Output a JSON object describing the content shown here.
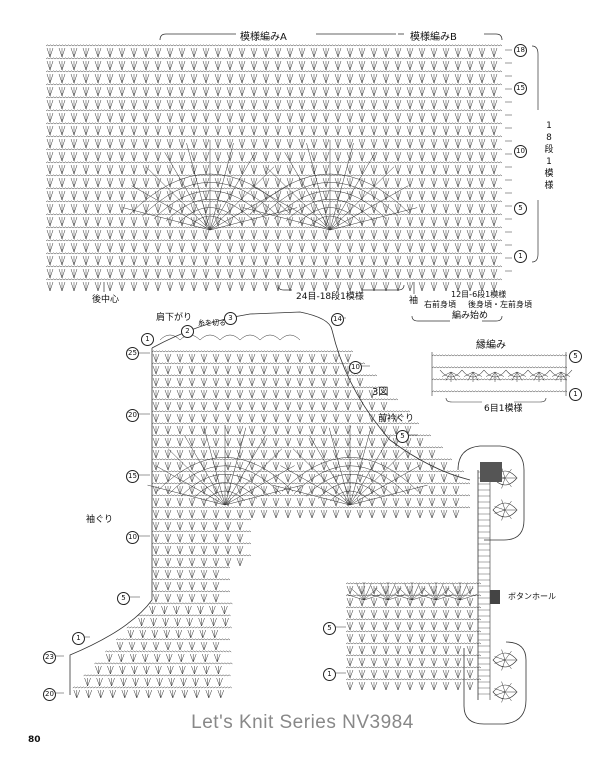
{
  "top_chart": {
    "pattern_a_label": "模様編みA",
    "pattern_b_label": "模様編みB",
    "back_center_label": "後中心",
    "repeat_24_label": "24目-18段1模様",
    "sleeve_label": "袖",
    "repeat_12_label": "12目-6段1模様",
    "front_right_label": "右前身頃",
    "back_front_left_label": "後身頃・左前身頃",
    "start_label": "編み始め",
    "rows_18_label": "18段1模様",
    "row_markers": [
      "18",
      "15",
      "10",
      "5",
      "1"
    ]
  },
  "border_chart": {
    "title": "縁編み",
    "repeat_label": "6目1模様",
    "row_markers": [
      "5",
      "1"
    ]
  },
  "figure3": {
    "figure_label": "3図",
    "shoulder_label": "肩下がり",
    "cut_yarn_label": "糸を切る",
    "armhole_label": "袖ぐり",
    "neckline_label": "前衿ぐり",
    "buttonhole_label": "ボタンホール",
    "markers": {
      "m1": "1",
      "m2": "2",
      "m3": "3",
      "m14": "14",
      "m10": "10",
      "m25": "25",
      "m20": "20",
      "m5n": "5",
      "m15": "15",
      "m10b": "10",
      "m5b": "5",
      "m1b": "1",
      "m23": "23",
      "m20b": "20",
      "m5c": "5",
      "m1c": "1"
    }
  },
  "footer": {
    "series": "Let's Knit Series NV3984",
    "page_number": "80"
  }
}
